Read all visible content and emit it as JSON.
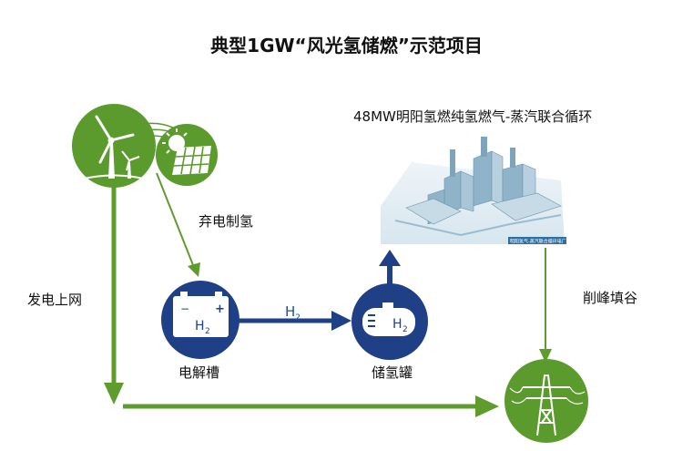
{
  "title": "典型1GW“风光氢储燃”示范项目",
  "plant": {
    "caption": "48MW明阳氢燃纯氢燃气-蒸汽联合循环",
    "image_caption": "明阳氢气-蒸汽联合循环电厂效果图"
  },
  "labels": {
    "curtailment": "弃电制氢",
    "grid": "发电上网",
    "peak_shaving": "削峰填谷",
    "electrolyzer": "电解槽",
    "storage": "储氢罐",
    "flow_h2": "H",
    "flow_h2_sub": "2"
  },
  "electrolyzer_icon": {
    "plus": "+",
    "minus": "−",
    "text": "H",
    "sub": "2"
  },
  "tank_icon": {
    "text": "H",
    "sub": "2"
  },
  "colors": {
    "green": "#5b9a2c",
    "green_arrow": "#5f9c2e",
    "blue": "#1e4fa0",
    "navy": "#1f3f86"
  },
  "icons": [
    "wind-turbine-icon",
    "solar-panel-icon",
    "battery-icon",
    "hydrogen-tank-icon",
    "transmission-tower-icon"
  ]
}
